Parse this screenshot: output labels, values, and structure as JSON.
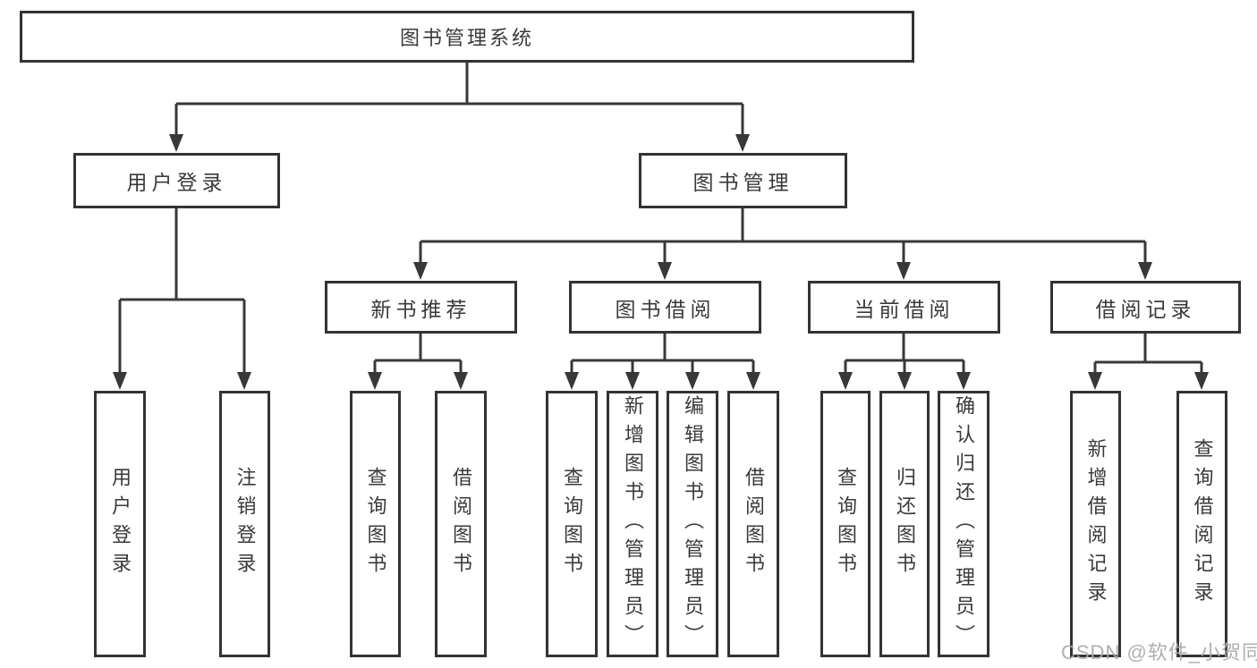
{
  "diagram": {
    "root": {
      "label": "图书管理系统"
    },
    "user_login": {
      "label": "用户登录",
      "children": [
        {
          "label": "用户登录"
        },
        {
          "label": "注销登录"
        }
      ]
    },
    "book_mgmt": {
      "label": "图书管理",
      "sections": [
        {
          "label": "新书推荐",
          "children": [
            {
              "label": "查询图书"
            },
            {
              "label": "借阅图书"
            }
          ]
        },
        {
          "label": "图书借阅",
          "children": [
            {
              "label": "查询图书"
            },
            {
              "label": "新增图书（管理员）"
            },
            {
              "label": "编辑图书（管理员）"
            },
            {
              "label": "借阅图书"
            }
          ]
        },
        {
          "label": "当前借阅",
          "children": [
            {
              "label": "查询图书"
            },
            {
              "label": "归还图书"
            },
            {
              "label": "确认归还（管理员）"
            }
          ]
        },
        {
          "label": "借阅记录",
          "children": [
            {
              "label": "新增借阅记录"
            },
            {
              "label": "查询借阅记录"
            }
          ]
        }
      ]
    },
    "watermark": "CSDN @软件_小贺同学"
  },
  "colors": {
    "line": "#383838",
    "box_border": "#333333",
    "box_fill": "#ffffff",
    "text": "#3a3a3a",
    "watermark": "#a8a8a8",
    "background": "#ffffff"
  }
}
